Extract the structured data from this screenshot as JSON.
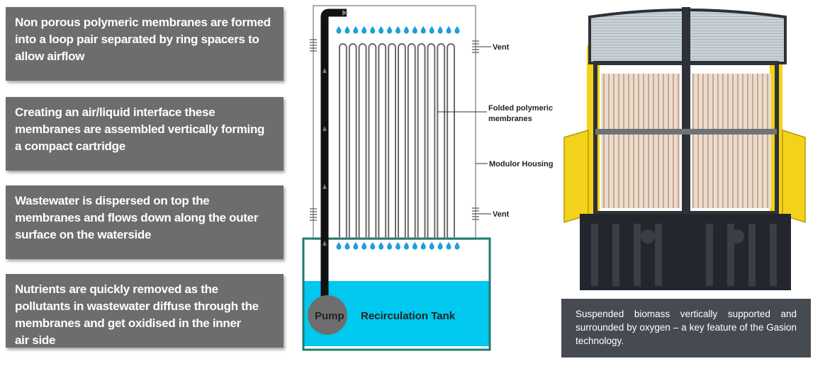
{
  "text_boxes": [
    {
      "text": "Non porous polymeric membranes are formed\ninto a loop pair separated by  ring spacers to\nallow airflow"
    },
    {
      "text": "Creating an air/liquid interface these\nmembranes are assembled vertically forming\na compact cartridge"
    },
    {
      "text": "Wastewater is dispersed on top the\nmembranes and flows  down  along the outer\nsurface on the waterside"
    },
    {
      "text": "Nutrients are quickly removed as the\npollutants in wastewater diffuse through the\nmembranes and get oxidised in the inner\nair side"
    }
  ],
  "diagram": {
    "labels": {
      "vent_top": "Vent",
      "membranes_line1": "Folded polymeric",
      "membranes_line2": "membranes",
      "housing": "Modulor Housing",
      "vent_bottom": "Vent",
      "pump": "Pump",
      "tank": "Recirculation Tank"
    },
    "colors": {
      "tank_water": "#00c8ee",
      "tank_border": "#1f7b70",
      "droplet": "#1f9fd8",
      "pipe": "#111111",
      "pump": "#6e6e6e"
    },
    "droplet_count": 15,
    "membrane_loop_count": 12
  },
  "photo": {
    "colors": {
      "frame": "#2e3238",
      "door": "#f2d21a",
      "media": "#eadccf",
      "base": "#23262d",
      "roof": "#c9d2d8"
    }
  },
  "caption": {
    "text": "Suspended biomass vertically supported and surrounded by oxygen – a key feature of the Gasion technology."
  }
}
